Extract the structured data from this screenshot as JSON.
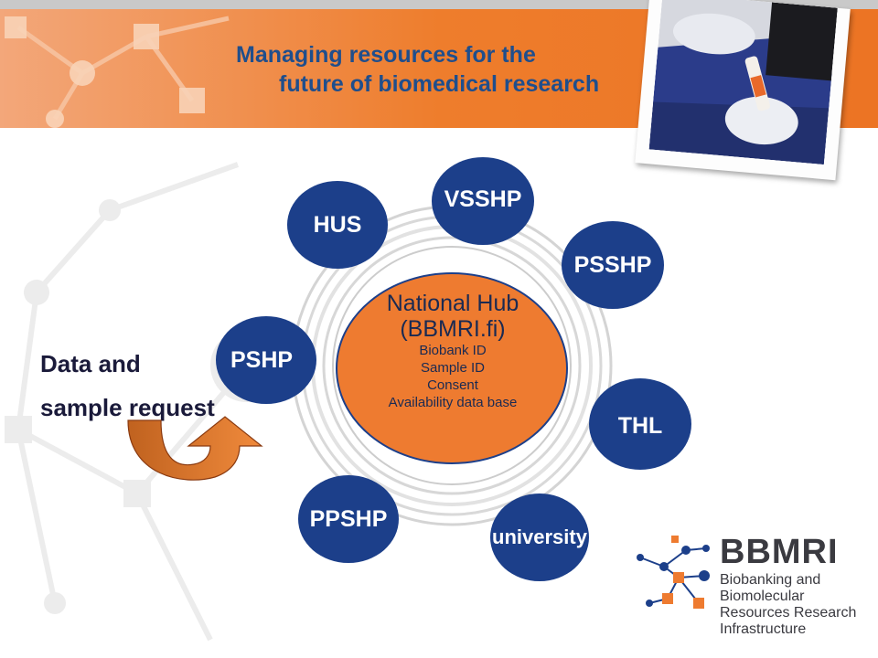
{
  "banner": {
    "title_line1": "Managing resources for the",
    "title_line2": "future of biomedical research",
    "colors": {
      "orange": "#ee7d2c",
      "title": "#1f4e8c"
    }
  },
  "request": {
    "line1": "Data and",
    "line2": "sample request"
  },
  "hub": {
    "title_line1": "National Hub",
    "title_line2": "(BBMRI.fi)",
    "fields": [
      "Biobank ID",
      "Sample ID",
      "Consent",
      "Availability data base"
    ],
    "fill_color": "#ee7b30"
  },
  "nodes": {
    "hus": "HUS",
    "vsshp": "VSSHP",
    "psshp": "PSSHP",
    "pshp": "PSHP",
    "thl": "THL",
    "ppshp": "PPSHP",
    "university": "university",
    "color": "#1c3f8a"
  },
  "logo": {
    "title": "BBMRI",
    "sub_line1": "Biobanking and",
    "sub_line2": "Biomolecular",
    "sub_line3": "Resources Research",
    "sub_line4": "Infrastructure"
  }
}
